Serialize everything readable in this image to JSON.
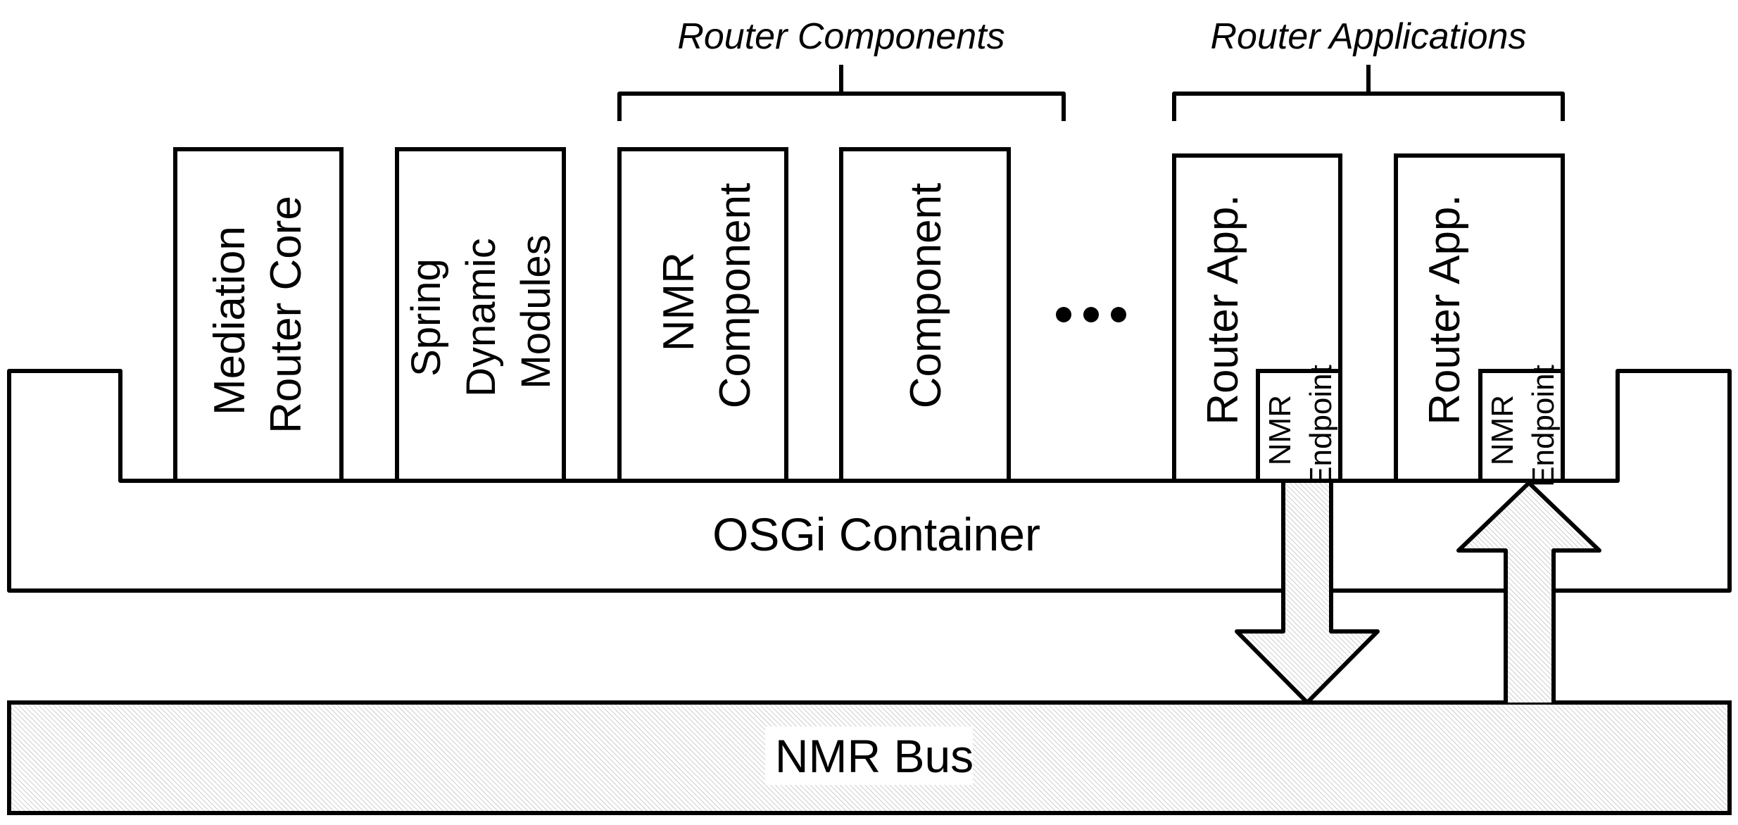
{
  "diagram": {
    "groups": {
      "router_components": {
        "label": "Router Components"
      },
      "router_applications": {
        "label": "Router Applications"
      }
    },
    "modules": {
      "mediation_router_core": {
        "lines": [
          "Mediation",
          "Router Core"
        ]
      },
      "spring_dynamic_modules": {
        "lines": [
          "Spring",
          "Dynamic",
          "Modules"
        ]
      },
      "nmr_component": {
        "lines": [
          "NMR",
          "Component"
        ]
      },
      "component": {
        "lines": [
          "Component"
        ]
      },
      "router_app_1": {
        "label": "Router App.",
        "endpoint": [
          "NMR",
          "Endpoint"
        ]
      },
      "router_app_2": {
        "label": "Router App.",
        "endpoint": [
          "NMR",
          "Endpoint"
        ]
      }
    },
    "ellipsis": "more-items",
    "container": {
      "label": "OSGi Container"
    },
    "bus": {
      "label": "NMR Bus"
    },
    "arrows": [
      {
        "from": "router_app_1.endpoint",
        "to": "bus",
        "direction": "down"
      },
      {
        "from": "bus",
        "to": "router_app_2.endpoint",
        "direction": "up"
      }
    ],
    "colors": {
      "stroke": "#000000",
      "background": "#ffffff",
      "hatch": "#b8b8b8"
    }
  }
}
